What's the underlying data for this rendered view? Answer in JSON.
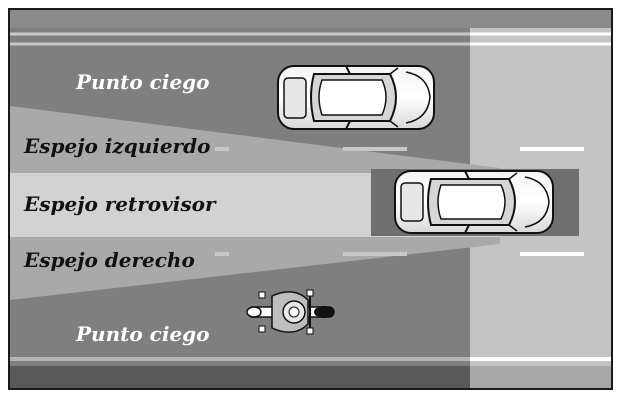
{
  "labels": {
    "blind_spot_top": "Punto ciego",
    "left_mirror": "Espejo izquierdo",
    "rear_mirror": "Espejo retrovisor",
    "right_mirror": "Espejo derecho",
    "blind_spot_bottom": "Punto ciego"
  },
  "colors": {
    "road": "#7f7f7f",
    "right_lanes": "#c4c4c4",
    "side_mirror_zone": "#a9a9a9",
    "rear_mirror_zone": "#d2d2d2",
    "lines": "#ffffff",
    "text_dark": "#111111",
    "text_light": "#ffffff"
  },
  "icons": [
    "car-top-view",
    "car-top-view",
    "motorcycle-top-view"
  ]
}
